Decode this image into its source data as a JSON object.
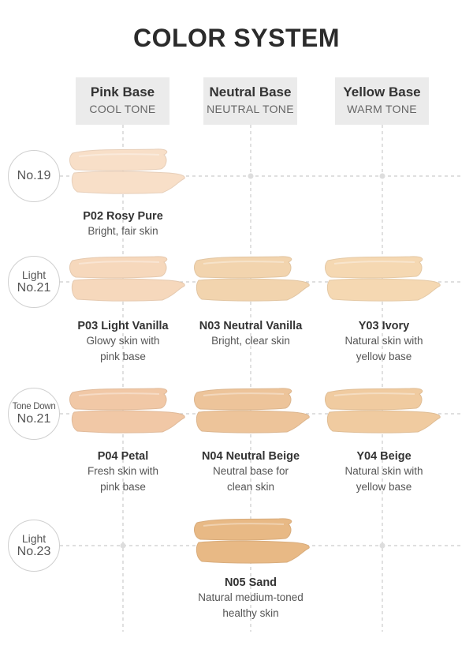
{
  "title": "COLOR SYSTEM",
  "columns": [
    {
      "main": "Pink Base",
      "sub": "COOL TONE"
    },
    {
      "main": "Neutral Base",
      "sub": "NEUTRAL TONE"
    },
    {
      "main": "Yellow Base",
      "sub": "WARM TONE"
    }
  ],
  "rows": [
    {
      "top": "",
      "num": "No.19"
    },
    {
      "top": "Light",
      "num": "No.21"
    },
    {
      "top": "Tone Down",
      "num": "No.21"
    },
    {
      "top": "Light",
      "num": "No.23"
    }
  ],
  "shades": {
    "p02": {
      "name": "P02 Rosy Pure",
      "desc1": "Bright, fair skin",
      "desc2": "",
      "color": "#f8dfc8"
    },
    "p03": {
      "name": "P03 Light Vanilla",
      "desc1": "Glowy skin with",
      "desc2": "pink base",
      "color": "#f6d8bc"
    },
    "n03": {
      "name": "N03 Neutral Vanilla",
      "desc1": "Bright, clear skin",
      "desc2": "",
      "color": "#f2d4ae"
    },
    "y03": {
      "name": "Y03 Ivory",
      "desc1": "Natural skin with",
      "desc2": "yellow base",
      "color": "#f5d8b2"
    },
    "p04": {
      "name": "P04 Petal",
      "desc1": "Fresh skin with",
      "desc2": "pink base",
      "color": "#f1c8a6"
    },
    "n04": {
      "name": "N04 Neutral Beige",
      "desc1": "Neutral base for",
      "desc2": "clean skin",
      "color": "#edc49a"
    },
    "y04": {
      "name": "Y04 Beige",
      "desc1": "Natural skin with",
      "desc2": "yellow base",
      "color": "#f0cba0"
    },
    "n05": {
      "name": "N05 Sand",
      "desc1": "Natural medium-toned",
      "desc2": "healthy skin",
      "color": "#e8b985"
    }
  }
}
